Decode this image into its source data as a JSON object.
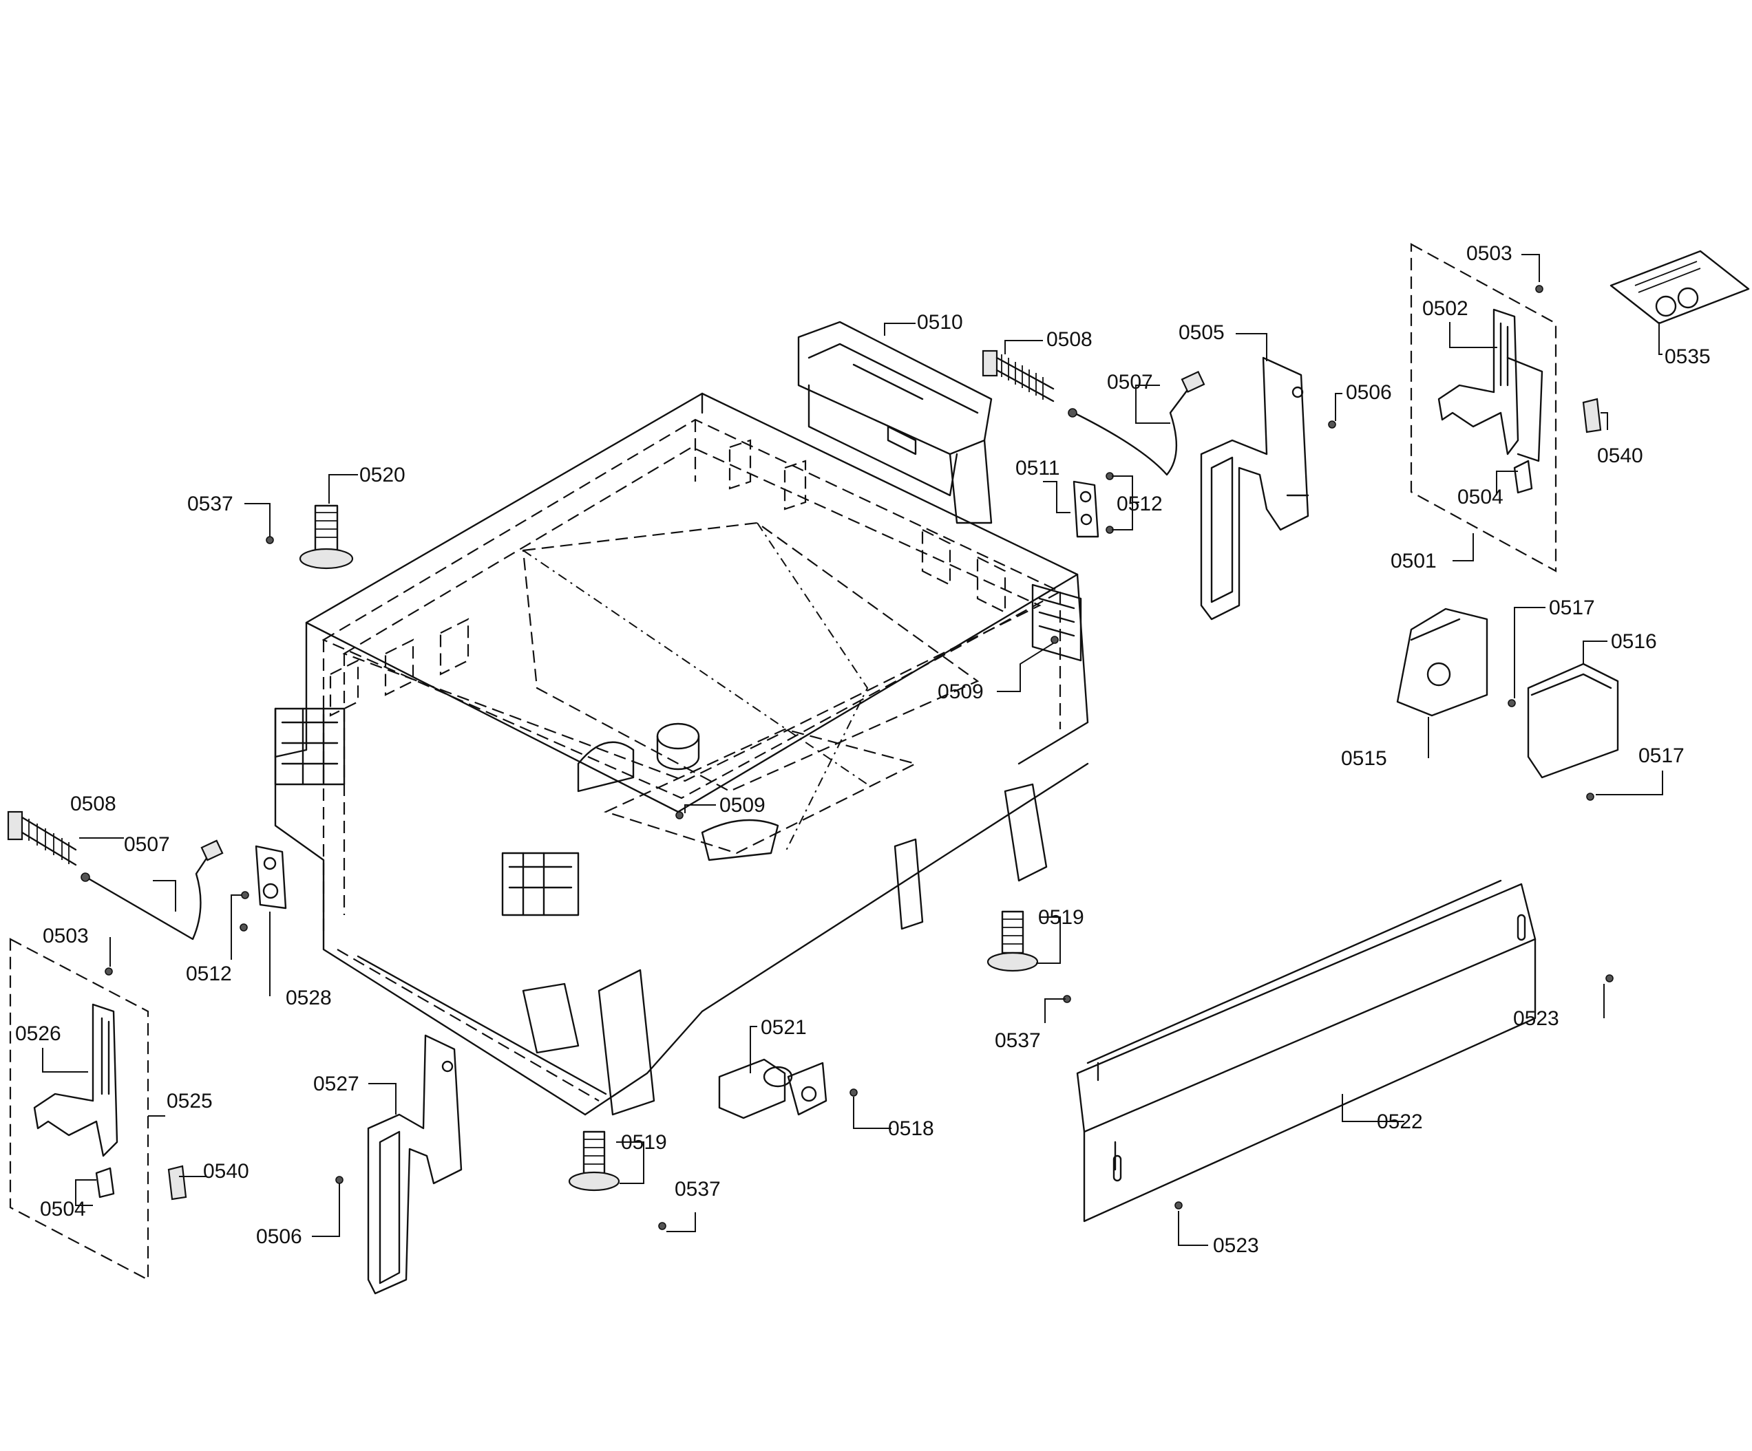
{
  "callouts": [
    {
      "id": "c0501",
      "label": "0501"
    },
    {
      "id": "c0502",
      "label": "0502"
    },
    {
      "id": "c0503a",
      "label": "0503"
    },
    {
      "id": "c0503b",
      "label": "0503"
    },
    {
      "id": "c0504a",
      "label": "0504"
    },
    {
      "id": "c0504b",
      "label": "0504"
    },
    {
      "id": "c0505",
      "label": "0505"
    },
    {
      "id": "c0506a",
      "label": "0506"
    },
    {
      "id": "c0506b",
      "label": "0506"
    },
    {
      "id": "c0507a",
      "label": "0507"
    },
    {
      "id": "c0507b",
      "label": "0507"
    },
    {
      "id": "c0508a",
      "label": "0508"
    },
    {
      "id": "c0508b",
      "label": "0508"
    },
    {
      "id": "c0509a",
      "label": "0509"
    },
    {
      "id": "c0509b",
      "label": "0509"
    },
    {
      "id": "c0510",
      "label": "0510"
    },
    {
      "id": "c0511",
      "label": "0511"
    },
    {
      "id": "c0512a",
      "label": "0512"
    },
    {
      "id": "c0512b",
      "label": "0512"
    },
    {
      "id": "c0515",
      "label": "0515"
    },
    {
      "id": "c0516",
      "label": "0516"
    },
    {
      "id": "c0517a",
      "label": "0517"
    },
    {
      "id": "c0517b",
      "label": "0517"
    },
    {
      "id": "c0518",
      "label": "0518"
    },
    {
      "id": "c0519a",
      "label": "0519"
    },
    {
      "id": "c0519b",
      "label": "0519"
    },
    {
      "id": "c0520",
      "label": "0520"
    },
    {
      "id": "c0521",
      "label": "0521"
    },
    {
      "id": "c0522",
      "label": "0522"
    },
    {
      "id": "c0523a",
      "label": "0523"
    },
    {
      "id": "c0523b",
      "label": "0523"
    },
    {
      "id": "c0525",
      "label": "0525"
    },
    {
      "id": "c0526",
      "label": "0526"
    },
    {
      "id": "c0527",
      "label": "0527"
    },
    {
      "id": "c0528",
      "label": "0528"
    },
    {
      "id": "c0535",
      "label": "0535"
    },
    {
      "id": "c0537a",
      "label": "0537"
    },
    {
      "id": "c0537b",
      "label": "0537"
    },
    {
      "id": "c0537c",
      "label": "0537"
    },
    {
      "id": "c0540a",
      "label": "0540"
    },
    {
      "id": "c0540b",
      "label": "0540"
    }
  ]
}
